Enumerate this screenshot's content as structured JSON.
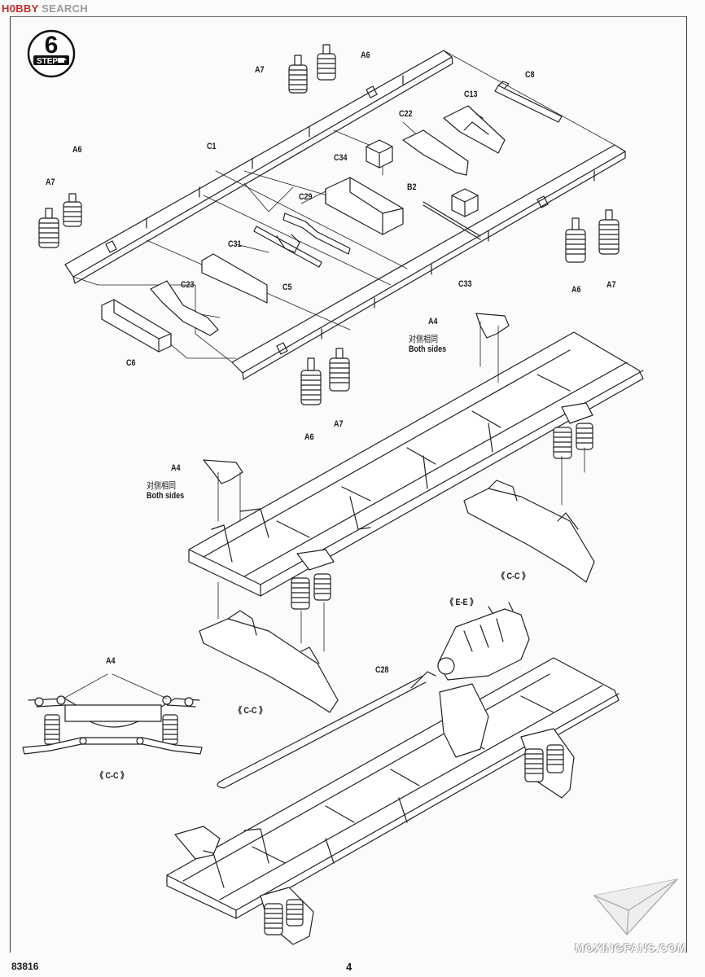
{
  "watermark_top": {
    "red": "H0BBY",
    "rest": " SEARCH"
  },
  "step": {
    "number": "6",
    "label": "STEP"
  },
  "parts": {
    "a7_top": "A7",
    "a6_top": "A6",
    "c8": "C8",
    "c13": "C13",
    "c22": "C22",
    "a6_left": "A6",
    "c1": "C1",
    "c34": "C34",
    "a7_left": "A7",
    "c29": "C29",
    "b2": "B2",
    "c31": "C31",
    "c5": "C5",
    "c33": "C33",
    "c23": "C23",
    "a6_right": "A6",
    "a7_right": "A7",
    "c6": "C6",
    "a6_bottom": "A6",
    "a7_bottom": "A7",
    "a4_right": "A4",
    "a4_left": "A4",
    "a4_detail": "A4",
    "c28": "C28"
  },
  "notes": {
    "both_sides_cn": "对侧相同",
    "both_sides_en": "Both sides"
  },
  "callouts": {
    "cc_right": "《 C-C 》",
    "cc_left": "《 C-C 》",
    "cc_detail": "《 C-C 》",
    "ee": "《 E-E 》"
  },
  "footer": {
    "code": "83816",
    "page": "4"
  },
  "watermark_bottom": "MOXINGFANS.COM"
}
